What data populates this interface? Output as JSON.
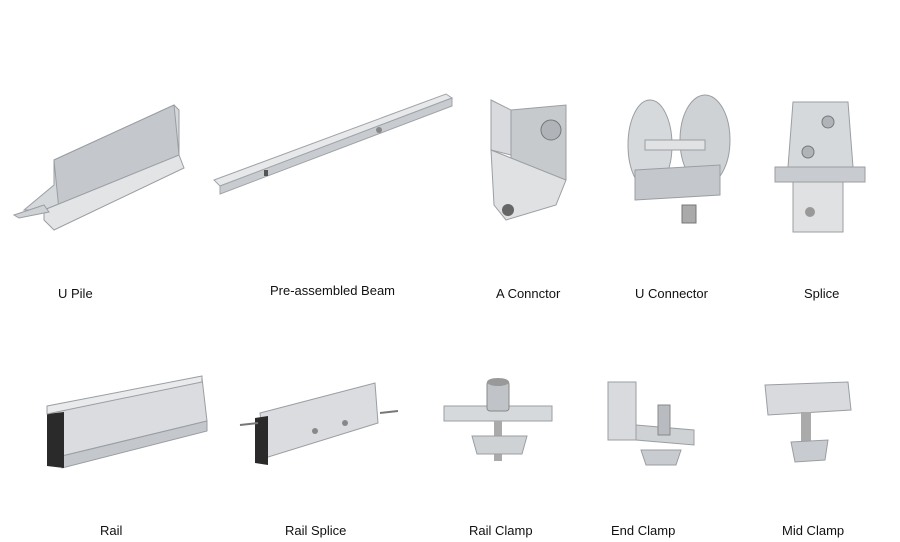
{
  "products": {
    "row1": [
      {
        "label": "U Pile",
        "icon": "u-pile-icon"
      },
      {
        "label": "Pre-assembled Beam",
        "icon": "beam-icon"
      },
      {
        "label": "A Connctor",
        "icon": "a-connector-icon"
      },
      {
        "label": "U Connector",
        "icon": "u-connector-icon"
      },
      {
        "label": "Splice",
        "icon": "splice-icon"
      }
    ],
    "row2": [
      {
        "label": "Rail",
        "icon": "rail-icon"
      },
      {
        "label": "Rail Splice",
        "icon": "rail-splice-icon"
      },
      {
        "label": "Rail Clamp",
        "icon": "rail-clamp-icon"
      },
      {
        "label": "End Clamp",
        "icon": "end-clamp-icon"
      },
      {
        "label": "Mid Clamp",
        "icon": "mid-clamp-icon"
      }
    ]
  },
  "colors": {
    "metal_light": "#e4e6e8",
    "metal_mid": "#b8bcc0",
    "metal_dark": "#8a8e92",
    "rail_end": "#2a2a2a"
  }
}
